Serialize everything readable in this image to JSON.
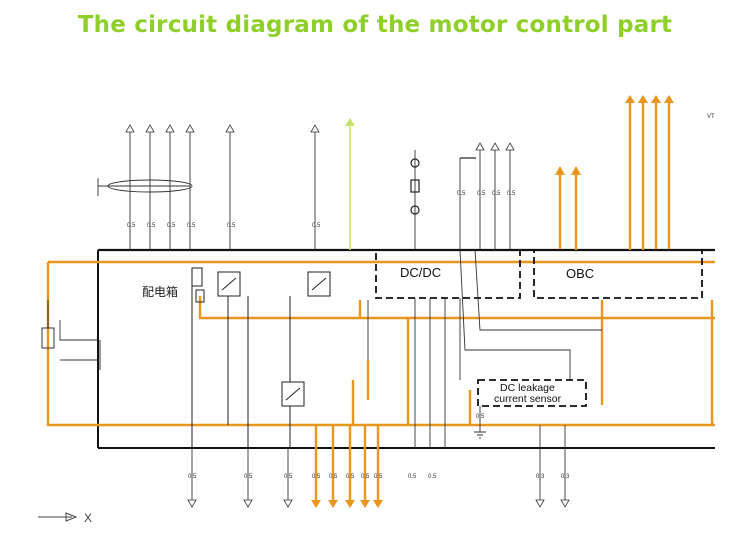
{
  "title": "The circuit diagram of the motor control part",
  "blocks": {
    "distribution_box": "配电箱",
    "dcdc": "DC/DC",
    "obc": "OBC",
    "leakage_line1": "DC leakage",
    "leakage_line2": "current sensor"
  },
  "labels": {
    "vt": "VT",
    "axis_x": "X"
  },
  "top_wire_sizes": [
    "0.5",
    "0.5",
    "0.5",
    "0.5",
    "0.5",
    "0.5",
    "0.5",
    "0.5",
    "0.5",
    "0.5"
  ],
  "bottom_wire_sizes": [
    "0.5",
    "0.5",
    "0.5",
    "0.5",
    "0.5",
    "0.5",
    "0.5",
    "0.5",
    "0.5",
    "0.5",
    "0.3",
    "0.3"
  ],
  "leakage_wire_size": "0.5",
  "colors": {
    "title": "#8fcf2a",
    "orange_wire": "#e8961e",
    "black_wire": "#222222",
    "green_wire": "#c9e06a"
  }
}
